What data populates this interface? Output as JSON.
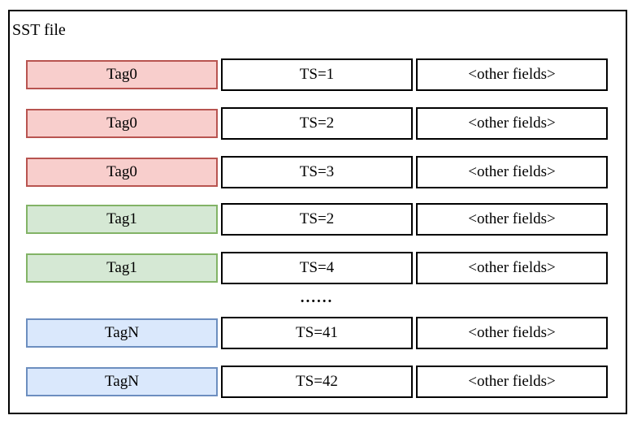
{
  "diagram": {
    "title": "SST file",
    "ellipsis": "......",
    "colors": {
      "tag0_fill": "#f8cecc",
      "tag0_stroke": "#b85450",
      "tag1_fill": "#d5e8d4",
      "tag1_stroke": "#82b366",
      "tagN_fill": "#dae8fc",
      "tagN_stroke": "#6c8ebf",
      "cell_stroke": "#000000",
      "background": "#ffffff"
    },
    "rows": [
      {
        "tag": "Tag0",
        "ts": "TS=1",
        "other": "<other fields>",
        "color": "red"
      },
      {
        "tag": "Tag0",
        "ts": "TS=2",
        "other": "<other fields>",
        "color": "red"
      },
      {
        "tag": "Tag0",
        "ts": "TS=3",
        "other": "<other fields>",
        "color": "red"
      },
      {
        "tag": "Tag1",
        "ts": "TS=2",
        "other": "<other fields>",
        "color": "green"
      },
      {
        "tag": "Tag1",
        "ts": "TS=4",
        "other": "<other fields>",
        "color": "green"
      },
      {
        "tag": "TagN",
        "ts": "TS=41",
        "other": "<other fields>",
        "color": "blue"
      },
      {
        "tag": "TagN",
        "ts": "TS=42",
        "other": "<other fields>",
        "color": "blue"
      }
    ]
  }
}
